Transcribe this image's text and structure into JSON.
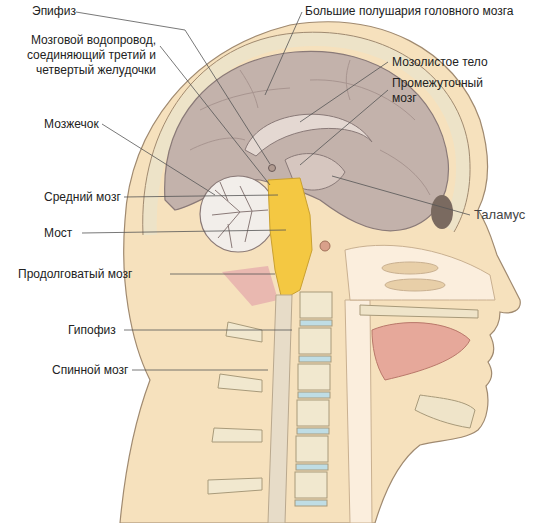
{
  "diagram": {
    "labels": [
      "Эпифиз",
      "Большие полушария головного мозга",
      "Мозговой водопровод, соединяющий третий и четвертый желудочки",
      "Мозолистое тело",
      "Промежуточный мозг",
      "Мозжечок",
      "Средний мозг",
      "Таламус",
      "Мост",
      "Продолговатый мозг",
      "Гипофиз",
      "Спинной мозг"
    ]
  }
}
